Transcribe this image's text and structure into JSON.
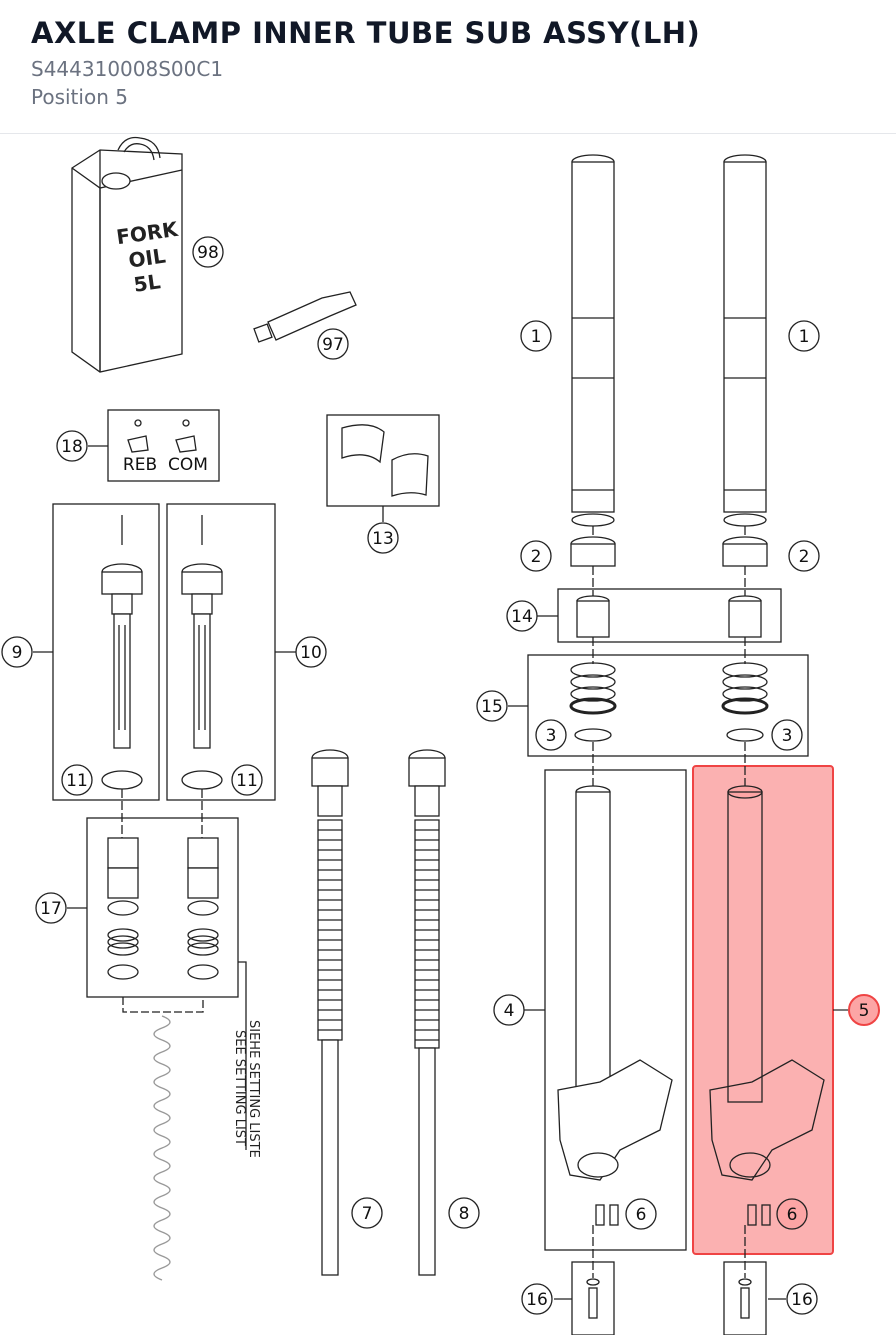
{
  "header": {
    "title": "AXLE CLAMP INNER TUBE SUB ASSY(LH)",
    "part_number": "S444310008S00C1",
    "position": "Position 5"
  },
  "diagram": {
    "highlight_color": "#f87171",
    "oil_can_text": [
      "FORK",
      "OIL",
      "5L"
    ],
    "adjuster_labels": [
      "REB",
      "COM"
    ],
    "setting_note": [
      "SIEHE SETTING LISTE",
      "SEE SETTING LIST"
    ],
    "callouts": {
      "c98": "98",
      "c97": "97",
      "c1a": "1",
      "c1b": "1",
      "c2a": "2",
      "c2b": "2",
      "c18": "18",
      "c13": "13",
      "c14": "14",
      "c15": "15",
      "c3a": "3",
      "c3b": "3",
      "c9": "9",
      "c10": "10",
      "c11a": "11",
      "c11b": "11",
      "c17": "17",
      "c4": "4",
      "c5": "5",
      "c6a": "6",
      "c6b": "6",
      "c7": "7",
      "c8": "8",
      "c16a": "16",
      "c16b": "16"
    }
  }
}
